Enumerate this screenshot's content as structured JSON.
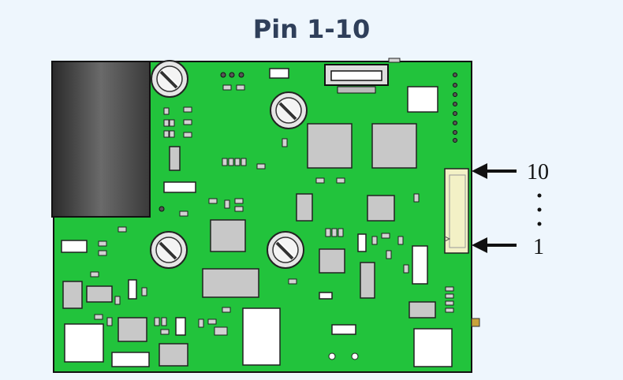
{
  "title": "Pin 1-10",
  "connector_labels": {
    "top": "10",
    "bottom": "1"
  },
  "colors": {
    "background": "#eef6fd",
    "board": "#22c33c",
    "component": "#c8c8c8",
    "connector": "#f3f1c6",
    "title": "#2f3f5a"
  },
  "icons": [
    "screw-icon",
    "arrow-left-icon"
  ]
}
